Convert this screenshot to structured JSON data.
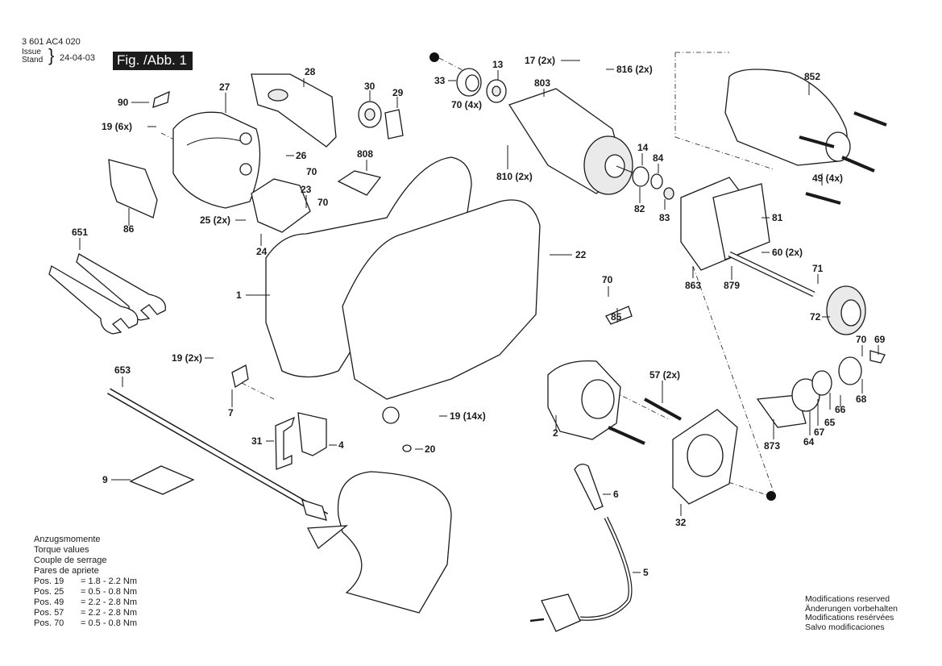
{
  "header": {
    "document_number": "3 601 AC4 020",
    "issue_label": "Issue",
    "stand_label": "Stand",
    "issue_date": "24-04-03",
    "figure_label": "Fig. /Abb. 1"
  },
  "callouts": [
    {
      "id": "c-28",
      "label": "28"
    },
    {
      "id": "c-27",
      "label": "27"
    },
    {
      "id": "c-90",
      "label": "90"
    },
    {
      "id": "c-19-6x",
      "label": "19 (6x)"
    },
    {
      "id": "c-30",
      "label": "30"
    },
    {
      "id": "c-29",
      "label": "29"
    },
    {
      "id": "c-33",
      "label": "33"
    },
    {
      "id": "c-13",
      "label": "13"
    },
    {
      "id": "c-17-2x",
      "label": "17 (2x)"
    },
    {
      "id": "c-816-2x",
      "label": "816 (2x)"
    },
    {
      "id": "c-803",
      "label": "803"
    },
    {
      "id": "c-70-4x",
      "label": "70 (4x)"
    },
    {
      "id": "c-852",
      "label": "852"
    },
    {
      "id": "c-26",
      "label": "26"
    },
    {
      "id": "c-70a",
      "label": "70"
    },
    {
      "id": "c-808",
      "label": "808"
    },
    {
      "id": "c-810-2x",
      "label": "810 (2x)"
    },
    {
      "id": "c-14",
      "label": "14"
    },
    {
      "id": "c-84",
      "label": "84"
    },
    {
      "id": "c-49-4x",
      "label": "49 (4x)"
    },
    {
      "id": "c-23",
      "label": "23"
    },
    {
      "id": "c-70b",
      "label": "70"
    },
    {
      "id": "c-86",
      "label": "86"
    },
    {
      "id": "c-25-2x",
      "label": "25 (2x)"
    },
    {
      "id": "c-82",
      "label": "82"
    },
    {
      "id": "c-83",
      "label": "83"
    },
    {
      "id": "c-81",
      "label": "81"
    },
    {
      "id": "c-24",
      "label": "24"
    },
    {
      "id": "c-651",
      "label": "651"
    },
    {
      "id": "c-22",
      "label": "22"
    },
    {
      "id": "c-60-2x",
      "label": "60 (2x)"
    },
    {
      "id": "c-1",
      "label": "1"
    },
    {
      "id": "c-70c",
      "label": "70"
    },
    {
      "id": "c-863",
      "label": "863"
    },
    {
      "id": "c-879",
      "label": "879"
    },
    {
      "id": "c-71",
      "label": "71"
    },
    {
      "id": "c-72",
      "label": "72"
    },
    {
      "id": "c-85",
      "label": "85"
    },
    {
      "id": "c-70d",
      "label": "70"
    },
    {
      "id": "c-69",
      "label": "69"
    },
    {
      "id": "c-19-2x",
      "label": "19 (2x)"
    },
    {
      "id": "c-653",
      "label": "653"
    },
    {
      "id": "c-57-2x",
      "label": "57 (2x)"
    },
    {
      "id": "c-66",
      "label": "66"
    },
    {
      "id": "c-68",
      "label": "68"
    },
    {
      "id": "c-7",
      "label": "7"
    },
    {
      "id": "c-19-14x",
      "label": "19 (14x)"
    },
    {
      "id": "c-65",
      "label": "65"
    },
    {
      "id": "c-2",
      "label": "2"
    },
    {
      "id": "c-67",
      "label": "67"
    },
    {
      "id": "c-64",
      "label": "64"
    },
    {
      "id": "c-873",
      "label": "873"
    },
    {
      "id": "c-31",
      "label": "31"
    },
    {
      "id": "c-4",
      "label": "4"
    },
    {
      "id": "c-20",
      "label": "20"
    },
    {
      "id": "c-9",
      "label": "9"
    },
    {
      "id": "c-6",
      "label": "6"
    },
    {
      "id": "c-32",
      "label": "32"
    },
    {
      "id": "c-5",
      "label": "5"
    }
  ],
  "torque_notes": {
    "titles": [
      "Anzugsmomente",
      "Torque values",
      "Couple de serrage",
      "Pares de apriete"
    ],
    "rows": [
      {
        "pos": "Pos. 19",
        "value": "= 1.8 - 2.2 Nm"
      },
      {
        "pos": "Pos. 25",
        "value": "= 0.5 - 0.8 Nm"
      },
      {
        "pos": "Pos. 49",
        "value": "= 2.2 - 2.8 Nm"
      },
      {
        "pos": "Pos. 57",
        "value": "= 2.2 - 2.8 Nm"
      },
      {
        "pos": "Pos. 70",
        "value": "= 0.5 - 0.8 Nm"
      }
    ]
  },
  "modifications_notice": [
    "Modifications reserved",
    "Änderungen vorbehalten",
    "Modifications resérvées",
    "Salvo modificaciones"
  ]
}
